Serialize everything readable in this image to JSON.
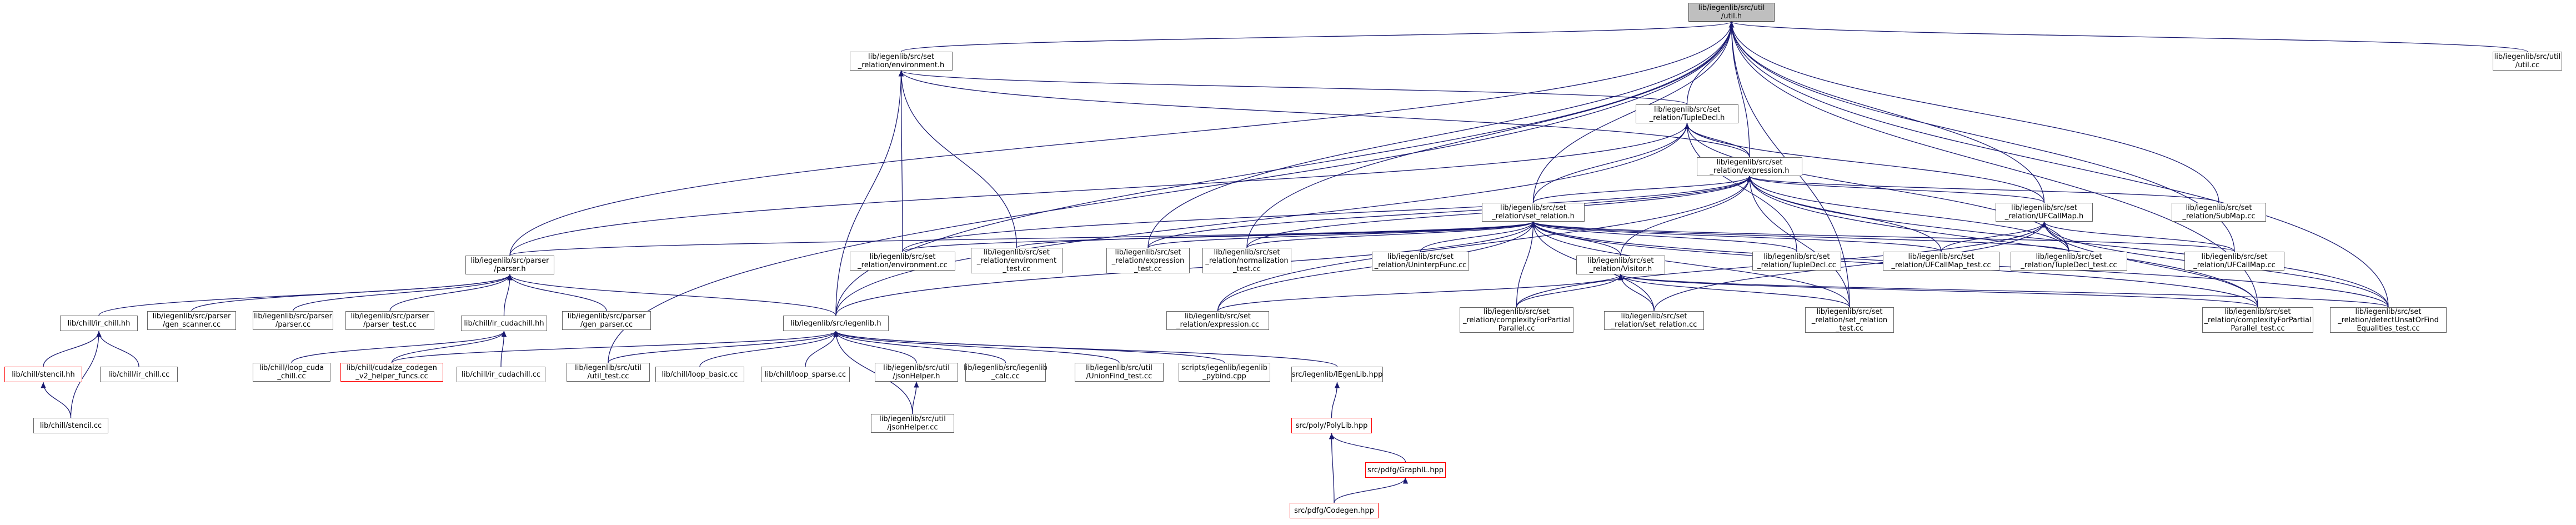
{
  "diagram": {
    "type": "include-dependency-graph",
    "colors": {
      "edge": "#191970",
      "border": "#666666",
      "root_fill": "#bfbfbf",
      "missing_border": "#ff0000"
    },
    "nodes": [
      {
        "id": "util_h",
        "label": "lib/iegenlib/src/util\n/util.h",
        "style": "root"
      },
      {
        "id": "env_h",
        "label": "lib/iegenlib/src/set\n_relation/environment.h",
        "style": "normal"
      },
      {
        "id": "util_cc",
        "label": "lib/iegenlib/src/util\n/util.cc",
        "style": "normal"
      },
      {
        "id": "tupledecl_h",
        "label": "lib/iegenlib/src/set\n_relation/TupleDecl.h",
        "style": "normal"
      },
      {
        "id": "expression_h",
        "label": "lib/iegenlib/src/set\n_relation/expression.h",
        "style": "normal"
      },
      {
        "id": "setrel_h",
        "label": "lib/iegenlib/src/set\n_relation/set_relation.h",
        "style": "normal"
      },
      {
        "id": "uficallmap_h",
        "label": "lib/iegenlib/src/set\n_relation/UFCallMap.h",
        "style": "normal"
      },
      {
        "id": "submap_cc",
        "label": "lib/iegenlib/src/set\n_relation/SubMap.cc",
        "style": "normal"
      },
      {
        "id": "parser_h",
        "label": "lib/iegenlib/src/parser\n/parser.h",
        "style": "normal"
      },
      {
        "id": "env_cc",
        "label": "lib/iegenlib/src/set\n_relation/environment.cc",
        "style": "normal"
      },
      {
        "id": "env_test_cc",
        "label": "lib/iegenlib/src/set\n_relation/environment\n_test.cc",
        "style": "normal"
      },
      {
        "id": "expr_test_cc",
        "label": "lib/iegenlib/src/set\n_relation/expression\n_test.cc",
        "style": "normal"
      },
      {
        "id": "norm_test_cc",
        "label": "lib/iegenlib/src/set\n_relation/normalization\n_test.cc",
        "style": "normal"
      },
      {
        "id": "uninterp_cc",
        "label": "lib/iegenlib/src/set\n_relation/UninterpFunc.cc",
        "style": "normal"
      },
      {
        "id": "visitor_h",
        "label": "lib/iegenlib/src/set\n_relation/Visitor.h",
        "style": "normal"
      },
      {
        "id": "tupledecl_cc",
        "label": "lib/iegenlib/src/set\n_relation/TupleDecl.cc",
        "style": "normal"
      },
      {
        "id": "ufcm_test_cc",
        "label": "lib/iegenlib/src/set\n_relation/UFCallMap_test.cc",
        "style": "normal"
      },
      {
        "id": "tupledecl_test_cc",
        "label": "lib/iegenlib/src/set\n_relation/TupleDecl_test.cc",
        "style": "normal"
      },
      {
        "id": "ufcm_cc",
        "label": "lib/iegenlib/src/set\n_relation/UFCallMap.cc",
        "style": "normal"
      },
      {
        "id": "chill_h",
        "label": "lib/chill/ir_chill.hh",
        "style": "normal"
      },
      {
        "id": "gen_scanner_cc",
        "label": "lib/iegenlib/src/parser\n/gen_scanner.cc",
        "style": "normal"
      },
      {
        "id": "parser_cc",
        "label": "lib/iegenlib/src/parser\n/parser.cc",
        "style": "normal"
      },
      {
        "id": "parser_test_cc",
        "label": "lib/iegenlib/src/parser\n/parser_test.cc",
        "style": "normal"
      },
      {
        "id": "cudachill_hh",
        "label": "lib/chill/ir_cudachill.hh",
        "style": "normal"
      },
      {
        "id": "gen_parser_cc",
        "label": "lib/iegenlib/src/parser\n/gen_parser.cc",
        "style": "normal"
      },
      {
        "id": "iegenlib_h",
        "label": "lib/iegenlib/src/iegenlib.h",
        "style": "normal"
      },
      {
        "id": "expression_cc",
        "label": "lib/iegenlib/src/set\n_relation/expression.cc",
        "style": "normal"
      },
      {
        "id": "complexity_cc",
        "label": "lib/iegenlib/src/set\n_relation/complexityForPartial\nParallel.cc",
        "style": "normal"
      },
      {
        "id": "setrel_cc",
        "label": "lib/iegenlib/src/set\n_relation/set_relation.cc",
        "style": "normal"
      },
      {
        "id": "setrel_test_cc",
        "label": "lib/iegenlib/src/set\n_relation/set_relation\n_test.cc",
        "style": "normal"
      },
      {
        "id": "complexity_test_cc",
        "label": "lib/iegenlib/src/set\n_relation/complexityForPartial\nParallel_test.cc",
        "style": "normal"
      },
      {
        "id": "detect_cc",
        "label": "lib/iegenlib/src/set\n_relation/detectUnsatOrFind\nEqualities_test.cc",
        "style": "normal"
      },
      {
        "id": "stencil_hh",
        "label": "lib/chill/stencil.hh",
        "style": "missing"
      },
      {
        "id": "ir_chill_cc",
        "label": "lib/chill/ir_chill.cc",
        "style": "normal"
      },
      {
        "id": "stencil_cc",
        "label": "lib/chill/stencil.cc",
        "style": "normal"
      },
      {
        "id": "loop_cuda_cc",
        "label": "lib/chill/loop_cuda\n_chill.cc",
        "style": "normal"
      },
      {
        "id": "cudaize_cc",
        "label": "lib/chill/cudaize_codegen\n_v2_helper_funcs.cc",
        "style": "missing"
      },
      {
        "id": "cudachill_cc",
        "label": "lib/chill/ir_cudachill.cc",
        "style": "normal"
      },
      {
        "id": "util_test_cc",
        "label": "lib/iegenlib/src/util\n/util_test.cc",
        "style": "normal"
      },
      {
        "id": "loop_basic_cc",
        "label": "lib/chill/loop_basic.cc",
        "style": "normal"
      },
      {
        "id": "loop_sparse_cc",
        "label": "lib/chill/loop_sparse.cc",
        "style": "normal"
      },
      {
        "id": "jsonhelper_h",
        "label": "lib/iegenlib/src/util\n/jsonHelper.h",
        "style": "normal"
      },
      {
        "id": "calc_cc",
        "label": "lib/iegenlib/src/iegenlib\n_calc.cc",
        "style": "normal"
      },
      {
        "id": "unionfind_cc",
        "label": "lib/iegenlib/src/util\n/UnionFind_test.cc",
        "style": "normal"
      },
      {
        "id": "pybind_cpp",
        "label": "scripts/iegenlib/iegenlib\n_pybind.cpp",
        "style": "normal"
      },
      {
        "id": "iegenlib_hpp",
        "label": "src/iegenlib/IEgenLib.hpp",
        "style": "normal"
      },
      {
        "id": "jsonhelper_cc",
        "label": "lib/iegenlib/src/util\n/jsonHelper.cc",
        "style": "normal"
      },
      {
        "id": "polylib_hpp",
        "label": "src/poly/PolyLib.hpp",
        "style": "missing"
      },
      {
        "id": "graphil_hpp",
        "label": "src/pdfg/GraphIL.hpp",
        "style": "missing"
      },
      {
        "id": "codegen_hpp",
        "label": "src/pdfg/Codegen.hpp",
        "style": "missing"
      }
    ]
  }
}
